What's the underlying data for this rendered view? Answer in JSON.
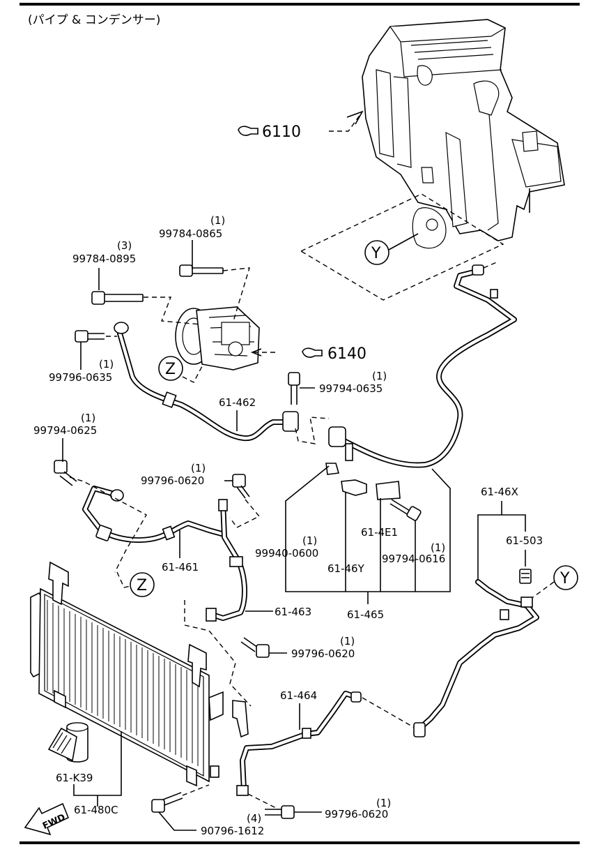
{
  "title": "(パイプ & コンデンサー)",
  "references": {
    "r6110": "6110",
    "r6140": "6140"
  },
  "markers": {
    "y": "Y",
    "z": "Z"
  },
  "fwd": "FWD",
  "parts": {
    "p99784_0865": {
      "number": "99784-0865",
      "qty": "(1)"
    },
    "p99784_0895": {
      "number": "99784-0895",
      "qty": "(3)"
    },
    "p99796_0635": {
      "number": "99796-0635",
      "qty": "(1)"
    },
    "p99794_0635": {
      "number": "99794-0635",
      "qty": "(1)"
    },
    "p61_462": {
      "number": "61-462"
    },
    "p99794_0625": {
      "number": "99794-0625",
      "qty": "(1)"
    },
    "p99796_0620a": {
      "number": "99796-0620",
      "qty": "(1)"
    },
    "p61_461": {
      "number": "61-461"
    },
    "p99940_0600": {
      "number": "99940-0600",
      "qty": "(1)"
    },
    "p61_4E1": {
      "number": "61-4E1"
    },
    "p99794_0616": {
      "number": "99794-0616",
      "qty": "(1)"
    },
    "p61_46Y": {
      "number": "61-46Y"
    },
    "p61_465": {
      "number": "61-465"
    },
    "p61_46X": {
      "number": "61-46X"
    },
    "p61_503": {
      "number": "61-503"
    },
    "p61_463": {
      "number": "61-463"
    },
    "p99796_0620b": {
      "number": "99796-0620",
      "qty": "(1)"
    },
    "p61_464": {
      "number": "61-464"
    },
    "p61_K39": {
      "number": "61-K39"
    },
    "p61_480C": {
      "number": "61-480C"
    },
    "p99796_0620c": {
      "number": "99796-0620",
      "qty": "(1)"
    },
    "p90796_1612": {
      "number": "90796-1612",
      "qty": "(4)"
    }
  }
}
